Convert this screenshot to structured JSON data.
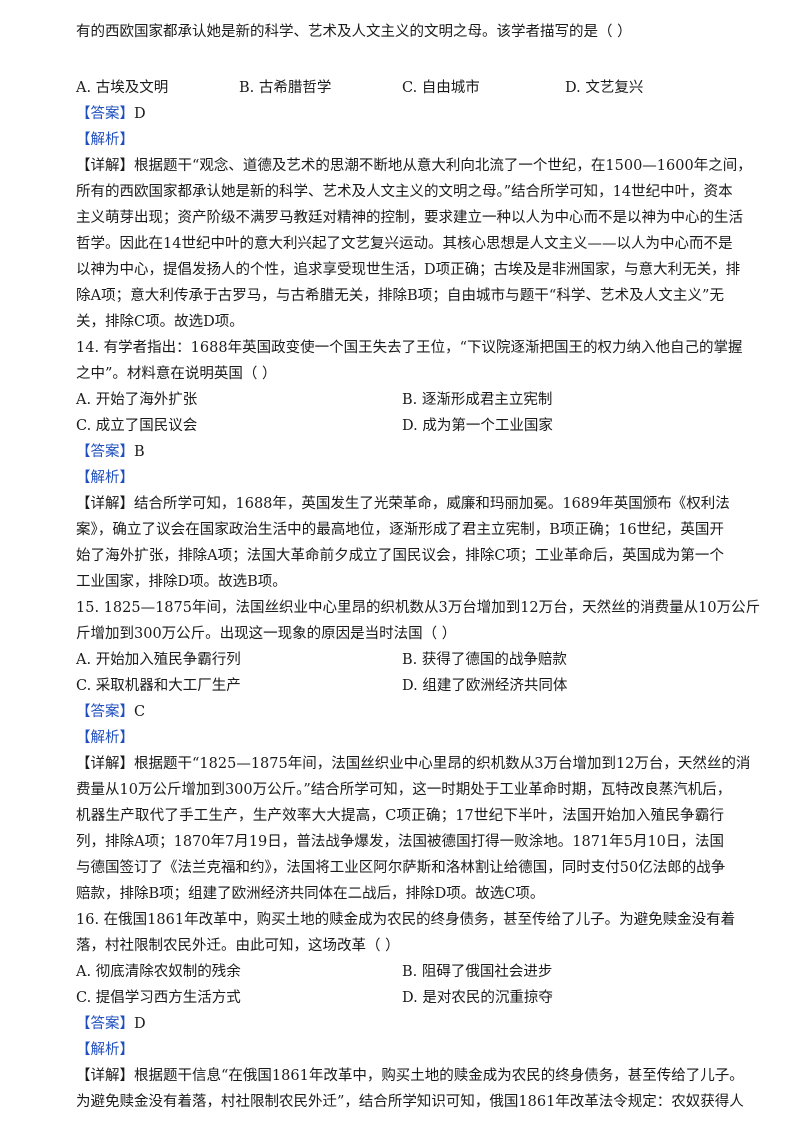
{
  "q13": {
    "stem_tail": "有的西欧国家都承认她是新的科学、艺术及人文主义的文明之母。该学者描写的是（    ）",
    "options": [
      "A. 古埃及文明",
      "B. 古希腊哲学",
      "C. 自由城市",
      "D. 文艺复兴"
    ],
    "answer_tag": "【答案】",
    "answer": "D",
    "analysis_tag": "【解析】",
    "detail": [
      "【详解】根据题干“观念、道德及艺术的思潮不断地从意大利向北流了一个世纪，在1500—1600年之间，",
      "所有的西欧国家都承认她是新的科学、艺术及人文主义的文明之母。”结合所学可知，14世纪中叶，资本",
      "主义萌芽出现；资产阶级不满罗马教廷对精神的控制，要求建立一种以人为中心而不是以神为中心的生活",
      "哲学。因此在14世纪中叶的意大利兴起了文艺复兴运动。其核心思想是人文主义——以人为中心而不是",
      "以神为中心，提倡发扬人的个性，追求享受现世生活，D项正确；古埃及是非洲国家，与意大利无关，排",
      "除A项；意大利传承于古罗马，与古希腊无关，排除B项；自由城市与题干“科学、艺术及人文主义”无",
      "关，排除C项。故选D项。"
    ]
  },
  "q14": {
    "stem": [
      "14. 有学者指出：1688年英国政变使一个国王失去了王位，“下议院逐渐把国王的权力纳入他自己的掌握",
      "之中”。材料意在说明英国（    ）"
    ],
    "options": [
      "A. 开始了海外扩张",
      "B. 逐渐形成君主立宪制",
      "C. 成立了国民议会",
      "D. 成为第一个工业国家"
    ],
    "answer_tag": "【答案】",
    "answer": "B",
    "analysis_tag": "【解析】",
    "detail": [
      "【详解】结合所学可知，1688年，英国发生了光荣革命，威廉和玛丽加冕。1689年英国颁布《权利法",
      "案》，确立了议会在国家政治生活中的最高地位，逐渐形成了君主立宪制，B项正确；16世纪，英国开",
      "始了海外扩张，排除A项；法国大革命前夕成立了国民议会，排除C项；工业革命后，英国成为第一个",
      "工业国家，排除D项。故选B项。"
    ]
  },
  "q15": {
    "stem": [
      "15. 1825—1875年间，法国丝织业中心里昂的织机数从3万台增加到12万台，天然丝的消费量从10万公斤",
      "斤增加到300万公斤。出现这一现象的原因是当时法国（    ）"
    ],
    "options": [
      "A. 开始加入殖民争霸行列",
      "B. 获得了德国的战争赔款",
      "C. 采取机器和大工厂生产",
      "D. 组建了欧洲经济共同体"
    ],
    "answer_tag": "【答案】",
    "answer": "C",
    "analysis_tag": "【解析】",
    "detail": [
      "【详解】根据题干“1825—1875年间，法国丝织业中心里昂的织机数从3万台增加到12万台，天然丝的消",
      "费量从10万公斤增加到300万公斤。”结合所学可知，这一时期处于工业革命时期，瓦特改良蒸汽机后，",
      "机器生产取代了手工生产，生产效率大大提高，C项正确；17世纪下半叶，法国开始加入殖民争霸行",
      "列，排除A项；1870年7月19日，普法战争爆发，法国被德国打得一败涂地。1871年5月10日，法国",
      "与德国签订了《法兰克福和约》，法国将工业区阿尔萨斯和洛林割让给德国，同时支付50亿法郎的战争",
      "赔款，排除B项；组建了欧洲经济共同体在二战后，排除D项。故选C项。"
    ]
  },
  "q16": {
    "stem": [
      "16. 在俄国1861年改革中，购买土地的赎金成为农民的终身债务，甚至传给了儿子。为避免赎金没有着",
      "落，村社限制农民外迁。由此可知，这场改革（    ）"
    ],
    "options": [
      "A. 彻底清除农奴制的残余",
      "B. 阻碍了俄国社会进步",
      "C. 提倡学习西方生活方式",
      "D. 是对农民的沉重掠夺"
    ],
    "answer_tag": "【答案】",
    "answer": "D",
    "analysis_tag": "【解析】",
    "detail": [
      "【详解】根据题干信息“在俄国1861年改革中，购买土地的赎金成为农民的终身债务，甚至传给了儿子。",
      "为避免赎金没有着落，村社限制农民外迁”，结合所学知识可知，俄国1861年改革法令规定：农奴获得人"
    ]
  }
}
